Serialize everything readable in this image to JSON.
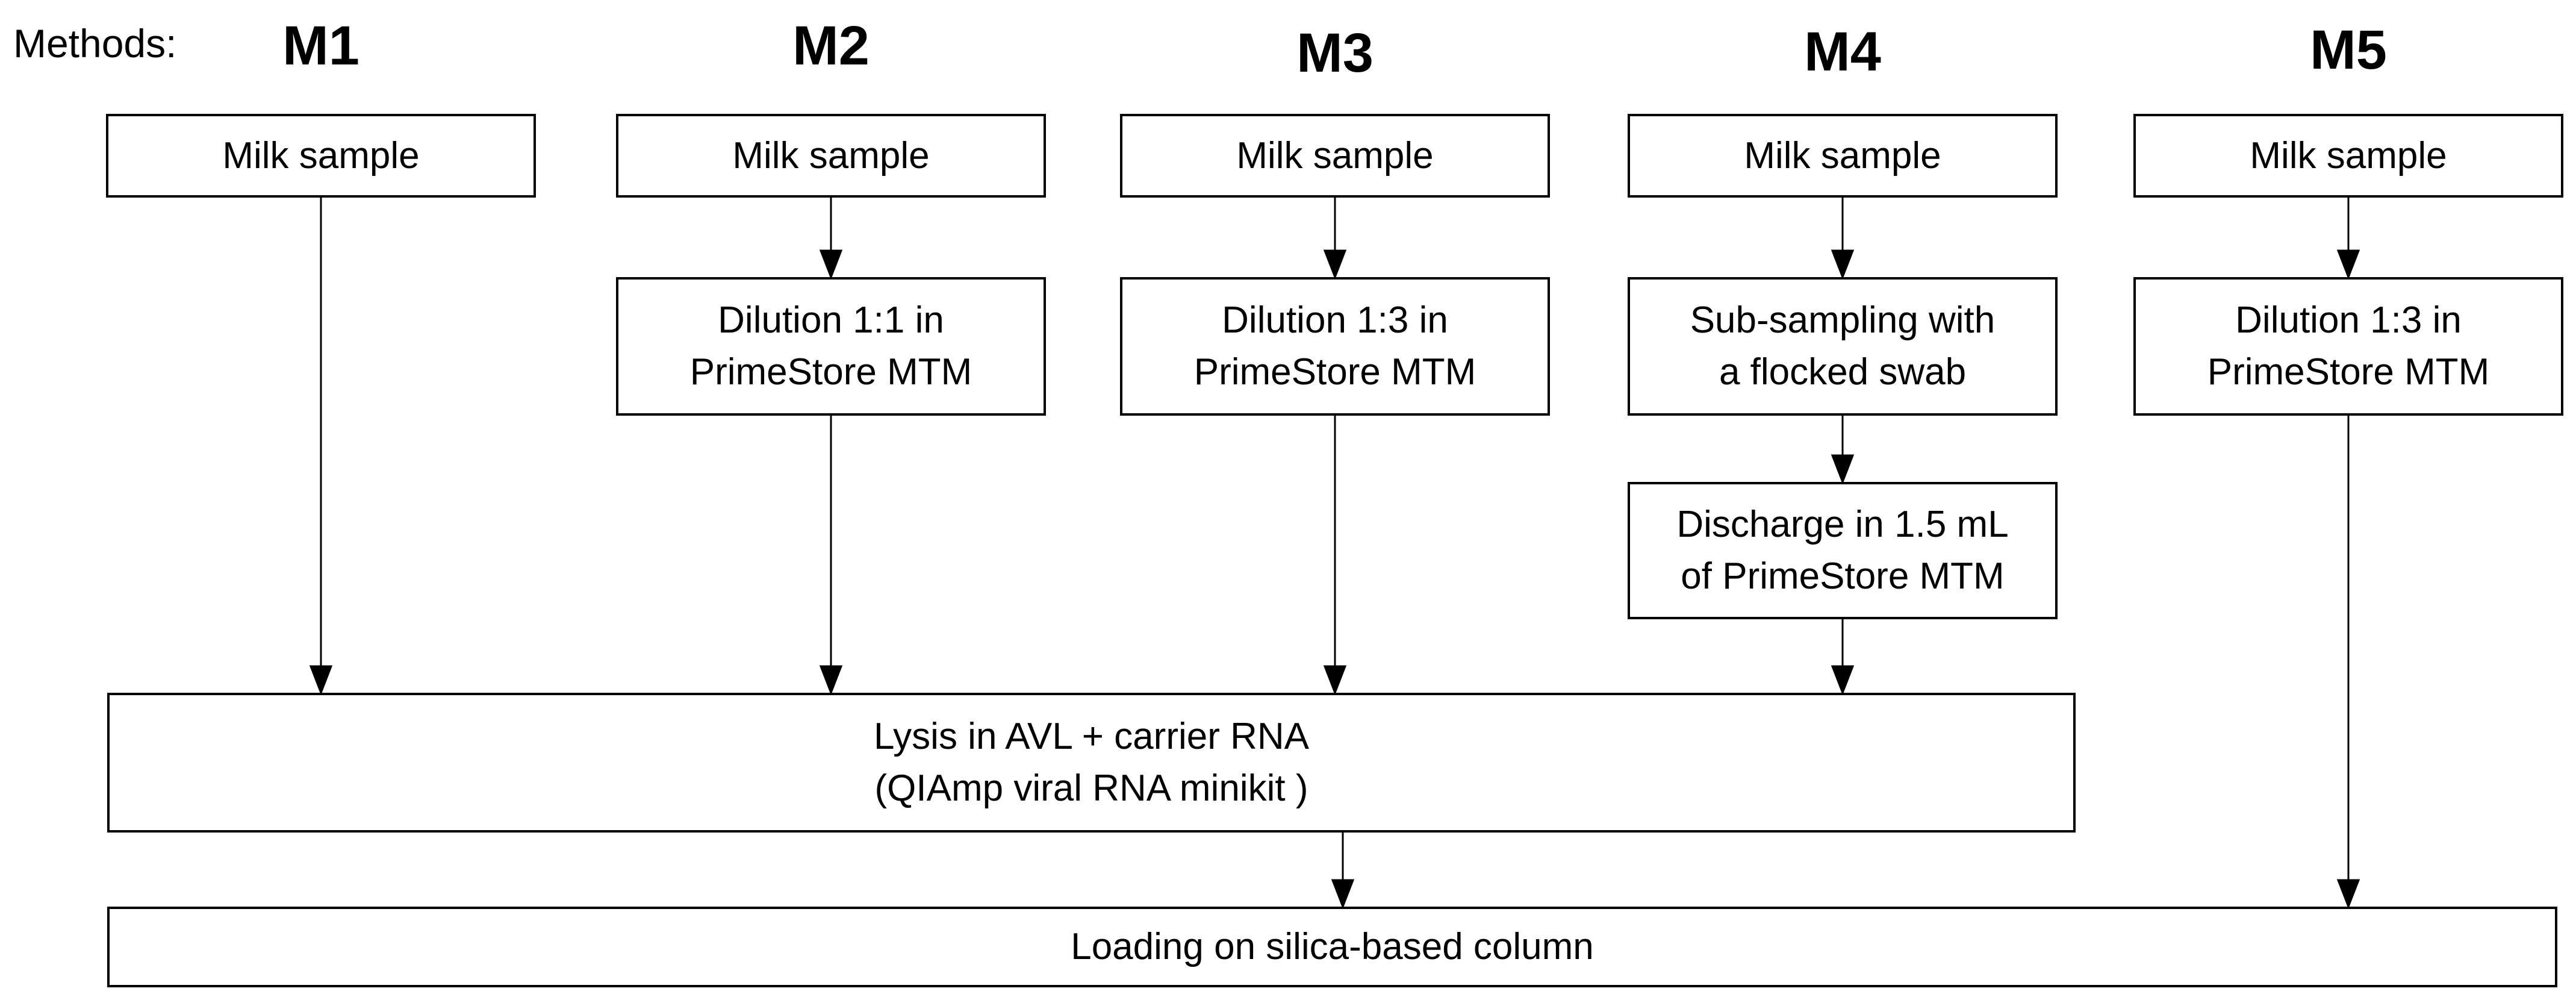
{
  "figure": {
    "methods_label": "Methods:",
    "background_color": "#ffffff",
    "line_color": "#000000",
    "text_color": "#000000",
    "box_border_color": "#000000"
  },
  "methods": {
    "m1": {
      "header": "M1",
      "milk": "Milk sample"
    },
    "m2": {
      "header": "M2",
      "milk": "Milk sample",
      "step1": {
        "line1": "Dilution 1:1 in",
        "line2": "PrimeStore MTM"
      }
    },
    "m3": {
      "header": "M3",
      "milk": "Milk sample",
      "step1": {
        "line1": "Dilution 1:3 in",
        "line2": "PrimeStore MTM"
      }
    },
    "m4": {
      "header": "M4",
      "milk": "Milk sample",
      "step1": {
        "line1": "Sub-sampling with",
        "line2": "a flocked swab"
      },
      "step2": {
        "line1": "Discharge in 1.5 mL",
        "line2": "of PrimeStore MTM"
      }
    },
    "m5": {
      "header": "M5",
      "milk": "Milk sample",
      "step1": {
        "line1": "Dilution 1:3 in",
        "line2": "PrimeStore MTM"
      }
    }
  },
  "shared": {
    "lysis": {
      "line1": "Lysis in AVL + carrier RNA",
      "line2": "(QIAmp viral RNA minikit )"
    },
    "loading": "Loading on silica-based column"
  }
}
